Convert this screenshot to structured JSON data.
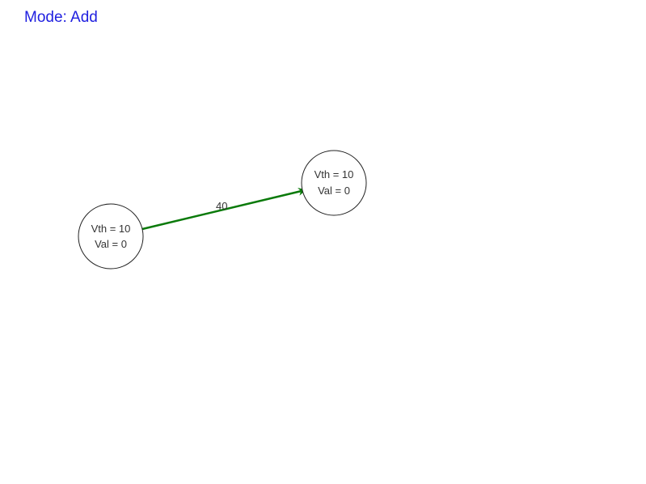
{
  "mode": {
    "prefix": "Mode:",
    "value": "Add"
  },
  "nodes": [
    {
      "id": "n1",
      "vth_label": "Vth = 10",
      "val_label": "Val = 0"
    },
    {
      "id": "n2",
      "vth_label": "Vth = 10",
      "val_label": "Val = 0"
    }
  ],
  "edges": [
    {
      "from": "n1",
      "to": "n2",
      "weight": "40"
    }
  ],
  "colors": {
    "mode_text": "#2020e0",
    "edge": "#0a7a0a",
    "node_stroke": "#222222",
    "node_text": "#333333"
  }
}
